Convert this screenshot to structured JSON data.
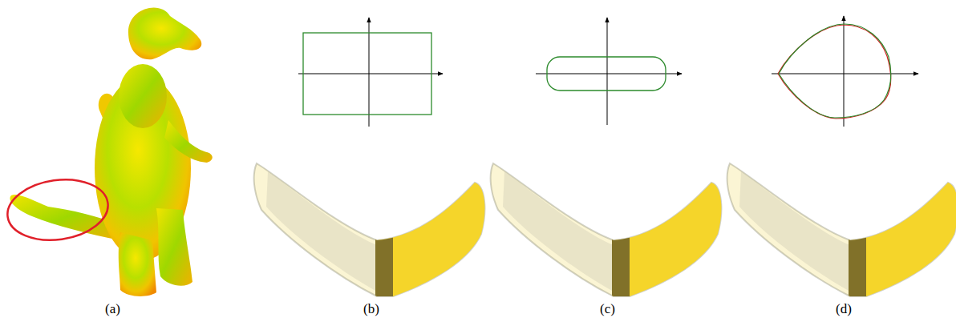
{
  "diagram": {
    "labels": [
      "(a)",
      "(b)",
      "(c)",
      "(d)"
    ]
  }
}
